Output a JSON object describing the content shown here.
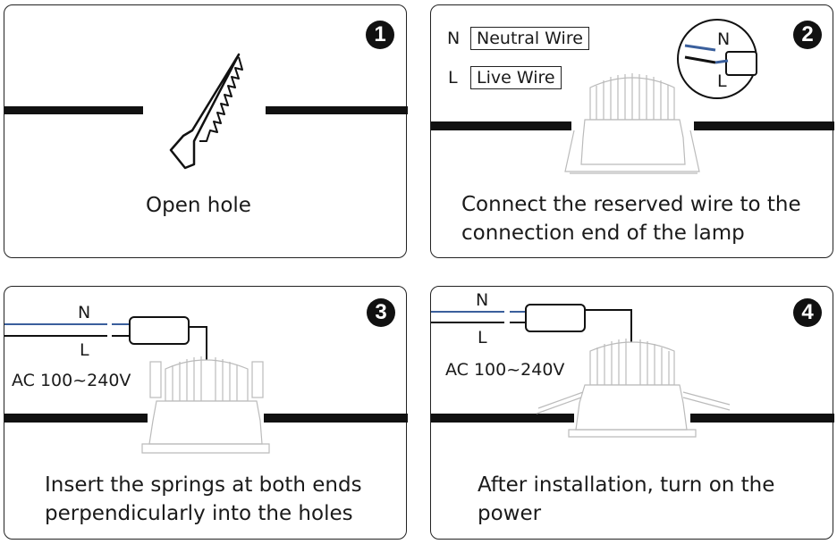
{
  "steps": [
    {
      "number": "1",
      "caption_lines": [
        "Open hole"
      ]
    },
    {
      "number": "2",
      "caption_lines": [
        "Connect the reserved wire to the",
        "connection end of the lamp"
      ],
      "legend": {
        "n_letter": "N",
        "n_label": "Neutral Wire",
        "l_letter": "L",
        "l_label": "Live Wire"
      },
      "inset": {
        "n_letter": "N",
        "l_letter": "L"
      }
    },
    {
      "number": "3",
      "caption_lines": [
        "Insert the springs at both ends",
        "perpendicularly into the holes"
      ],
      "wires": {
        "n_letter": "N",
        "l_letter": "L",
        "voltage": "AC 100~240V"
      }
    },
    {
      "number": "4",
      "caption_lines": [
        "After installation, turn on the",
        "power"
      ],
      "wires": {
        "n_letter": "N",
        "l_letter": "L",
        "voltage": "AC 100~240V"
      }
    }
  ],
  "colors": {
    "neutral_wire": "#3a5f9c",
    "live_wire": "#111111",
    "badge": "#111111",
    "ceiling": "#111111"
  }
}
